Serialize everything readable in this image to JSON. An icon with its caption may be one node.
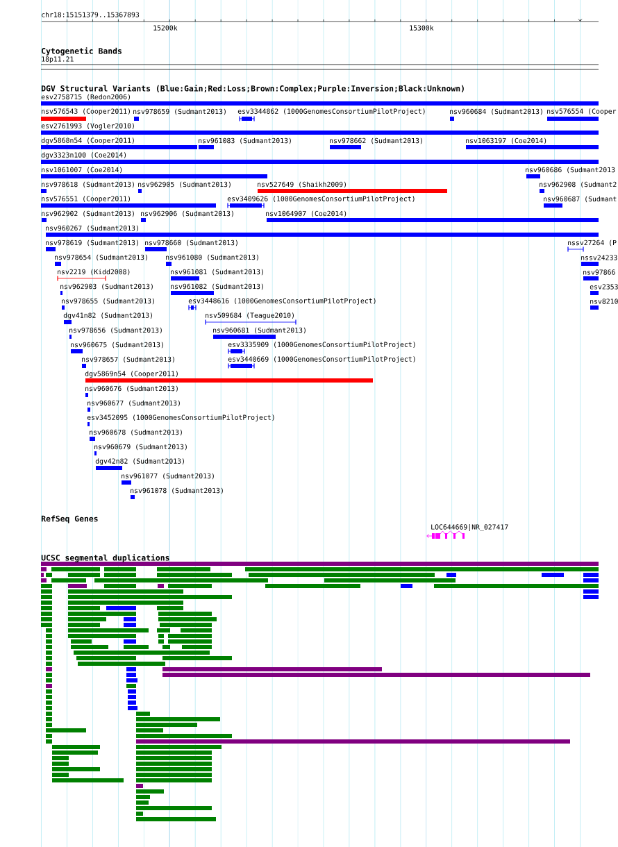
{
  "diagram": {
    "labels": [
      "chr18:15151379..15367893",
      "15200k",
      "15300k",
      "Cytogenetic Bands",
      "18p11.21",
      "DGV Structural Variants (Blue:Gain;Red:Loss;Brown:Complex;Purple:Inversion;Black:Unknown)",
      "esv2758715 (Redon2006)",
      "nsv576543 (Cooper2011)",
      "nsv978659 (Sudmant2013)",
      "esv3344862 (1000GenomesConsortiumPilotProject)",
      "nsv960684 (Sudmant2013)",
      "nsv576554 (Cooper",
      "esv2761993 (Vogler2010)",
      "dgv5868n54 (Cooper2011)",
      "nsv961083 (Sudmant2013)",
      "nsv978662 (Sudmant2013)",
      "nsv1063197 (Coe2014)",
      "dgv3323n100 (Coe2014)",
      "nsv1061007 (Coe2014)",
      "nsv960686 (Sudmant2013",
      "nsv978618 (Sudmant2013)",
      "nsv962905 (Sudmant2013)",
      "nsv527649 (Shaikh2009)",
      "nsv962908 (Sudmant2",
      "nsv576551 (Cooper2011)",
      "esv3409626 (1000GenomesConsortiumPilotProject)",
      "nsv960687 (Sudmant",
      "nsv962902 (Sudmant2013)",
      "nsv962906 (Sudmant2013)",
      "nsv1064907 (Coe2014)",
      "nsv960267 (Sudmant2013)",
      "nsv978619 (Sudmant2013)",
      "nsv978660 (Sudmant2013)",
      "nssv27264 (P",
      "nsv978654 (Sudmant2013)",
      "nsv961080 (Sudmant2013)",
      "nssv24233",
      "nsv2219 (Kidd2008)",
      "nsv961081 (Sudmant2013)",
      "nsv97866",
      "nsv962903 (Sudmant2013)",
      "nsv961082 (Sudmant2013)",
      "esv2353",
      "nsv978655 (Sudmant2013)",
      "esv3448616 (1000GenomesConsortiumPilotProject)",
      "nsv8210",
      "dgv41n82 (Sudmant2013)",
      "nsv509684 (Teague2010)",
      "nsv978656 (Sudmant2013)",
      "nsv960681 (Sudmant2013)",
      "nsv960675 (Sudmant2013)",
      "esv3335909 (1000GenomesConsortiumPilotProject)",
      "nsv978657 (Sudmant2013)",
      "esv3440669 (1000GenomesConsortiumPilotProject)",
      "dgv5869n54 (Cooper2011)",
      "nsv960676 (Sudmant2013)",
      "nsv960677 (Sudmant2013)",
      "esv3452095 (1000GenomesConsortiumPilotProject)",
      "nsv960678 (Sudmant2013)",
      "nsv960679 (Sudmant2013)",
      "dgv42n82 (Sudmant2013)",
      "nsv961077 (Sudmant2013)",
      "nsv961078 (Sudmant2013)",
      "RefSeq Genes",
      "LOC644669|NR_027417",
      "UCSC segmental duplications"
    ]
  }
}
